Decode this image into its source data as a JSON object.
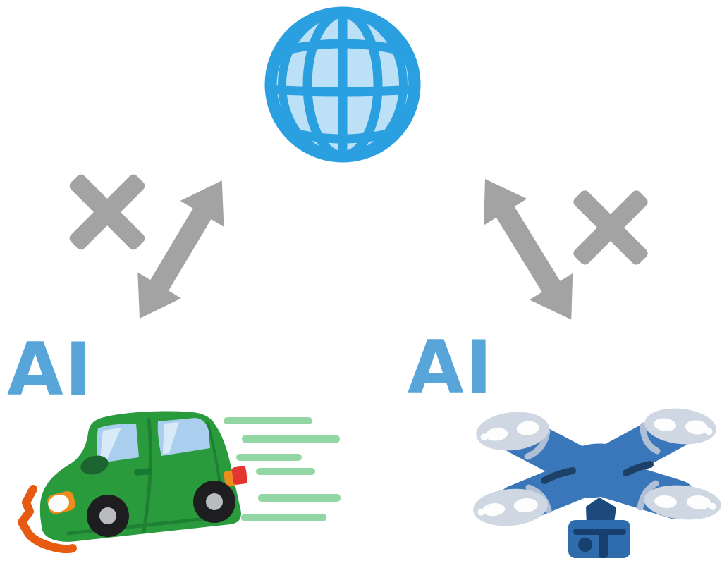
{
  "labels": {
    "left_ai": "AI",
    "right_ai": "AI"
  },
  "icons": {
    "globe": "internet-globe-icon",
    "left_arrow": "double-headed-arrow-icon",
    "right_arrow": "double-headed-arrow-icon",
    "left_cross": "x-mark-icon",
    "right_cross": "x-mark-icon",
    "car": "green-car-illustration",
    "drone": "blue-quadcopter-drone-illustration",
    "speed_lines": "speed-lines",
    "skid": "skid-squiggle"
  },
  "colors": {
    "background": "#ffffff",
    "globe_line": "#2aa0e0",
    "globe_fill": "#bce1f6",
    "arrow": "#a3a3a3",
    "cross": "#a3a3a3",
    "ai_text": "#58a5da",
    "car_body": "#2a9b3d",
    "car_seam": "#1f8033",
    "car_window": "#a9ceee",
    "car_window_streak": "#d8eaf8",
    "car_tire": "#1e1e20",
    "car_hub": "#b9bcbd",
    "headlight_orange": "#ec8c1d",
    "taillight_red": "#e43530",
    "speed_lines": "#92d6a4",
    "skid": "#e65b11",
    "drone_body": "#3a76ba",
    "drone_dark": "#1d4166",
    "drone_band": "#aebfd6",
    "drone_rotor": "#cfd7e2",
    "camera_body": "#2e6cae",
    "camera_detail": "#17406e",
    "camera_mount": "#1d4a7c"
  }
}
